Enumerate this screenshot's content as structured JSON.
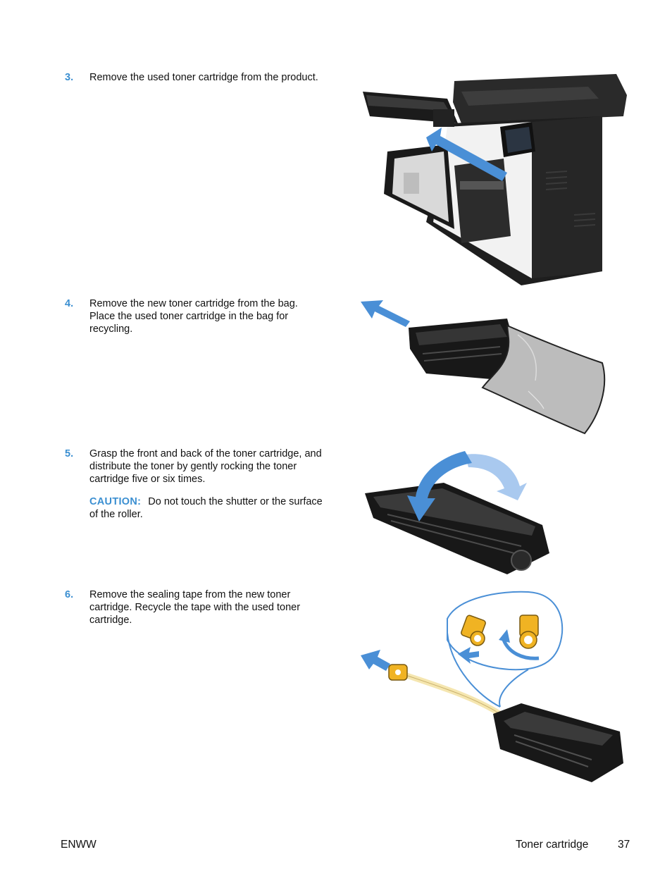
{
  "steps": [
    {
      "number": "3.",
      "text": "Remove the used toner cartridge from the product."
    },
    {
      "number": "4.",
      "text": "Remove the new toner cartridge from the bag. Place the used toner cartridge in the bag for recycling."
    },
    {
      "number": "5.",
      "text": "Grasp the front and back of the toner cartridge, and distribute the toner by gently rocking the toner cartridge five or six times."
    },
    {
      "number": "6.",
      "text": "Remove the sealing tape from the new toner cartridge. Recycle the tape with the used toner cartridge."
    }
  ],
  "caution": {
    "label": "CAUTION:",
    "text": "Do not touch the shutter or the surface of the roller."
  },
  "footer": {
    "left": "ENWW",
    "section": "Toner cartridge",
    "page": "37"
  },
  "colors": {
    "accent": "#3b8fd1",
    "arrow": "#4a8fd6",
    "tape": "#f0b323"
  }
}
